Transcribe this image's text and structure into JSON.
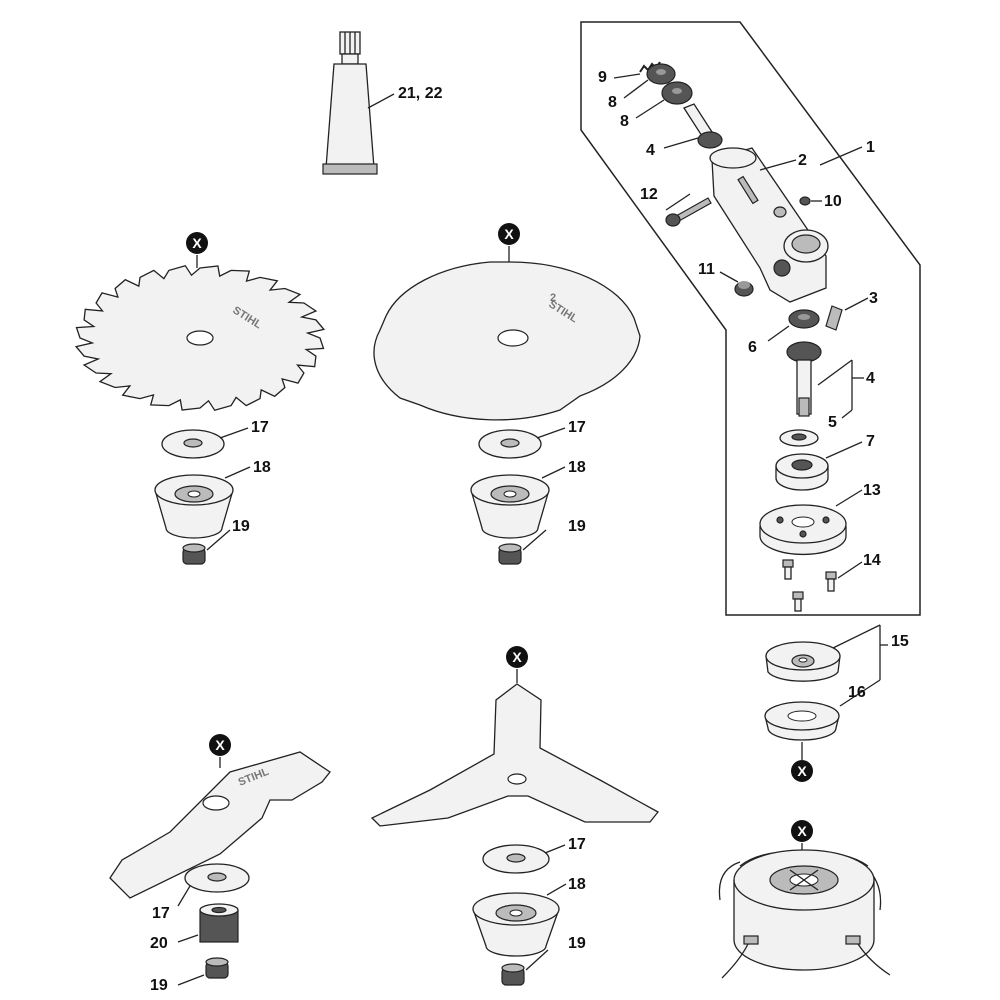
{
  "diagram": {
    "brand_mark": "STIHL",
    "marker_symbol": "X",
    "labels": {
      "p1": "1",
      "p2": "2",
      "p3": "3",
      "p4a": "4",
      "p4b": "4",
      "p5": "5",
      "p6": "6",
      "p7": "7",
      "p8a": "8",
      "p8b": "8",
      "p9": "9",
      "p10": "10",
      "p11": "11",
      "p12": "12",
      "p13": "13",
      "p14": "14",
      "p15": "15",
      "p16": "16",
      "p17a": "17",
      "p17b": "17",
      "p17c": "17",
      "p17d": "17",
      "p18a": "18",
      "p18b": "18",
      "p18c": "18",
      "p19a": "19",
      "p19b": "19",
      "p19c": "19",
      "p19d": "19",
      "p20": "20",
      "p21_22": "21, 22",
      "blade_arrow": "2"
    }
  }
}
